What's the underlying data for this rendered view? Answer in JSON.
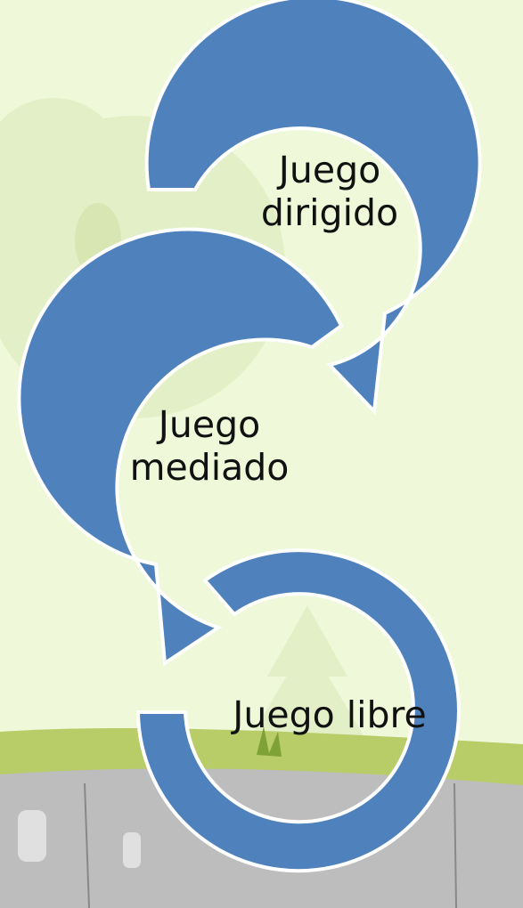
{
  "diagram": {
    "type": "cycle-flow",
    "colors": {
      "arrow_fill": "#4f81bd",
      "arrow_outline": "#ffffff",
      "background": "#eff8d9",
      "grass": "#b8cc68",
      "road": "#bdbdbd",
      "text": "#111111"
    },
    "steps": [
      {
        "id": "step-1",
        "lines": [
          "Juego",
          "dirigido"
        ]
      },
      {
        "id": "step-2",
        "lines": [
          "Juego",
          "mediado"
        ]
      },
      {
        "id": "step-3",
        "lines": [
          "Juego libre"
        ]
      }
    ]
  }
}
